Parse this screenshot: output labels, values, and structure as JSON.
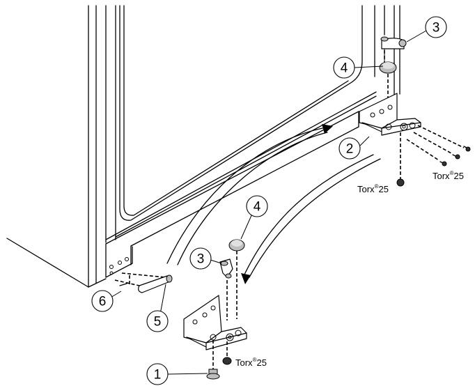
{
  "callouts": {
    "c1": "1",
    "c2": "2",
    "c3_top": "3",
    "c3_bottom": "3",
    "c4_top": "4",
    "c4_bottom": "4",
    "c5": "5",
    "c6": "6"
  },
  "torx_labels": {
    "base": "Torx",
    "registered_mark": "®",
    "size": "25"
  }
}
